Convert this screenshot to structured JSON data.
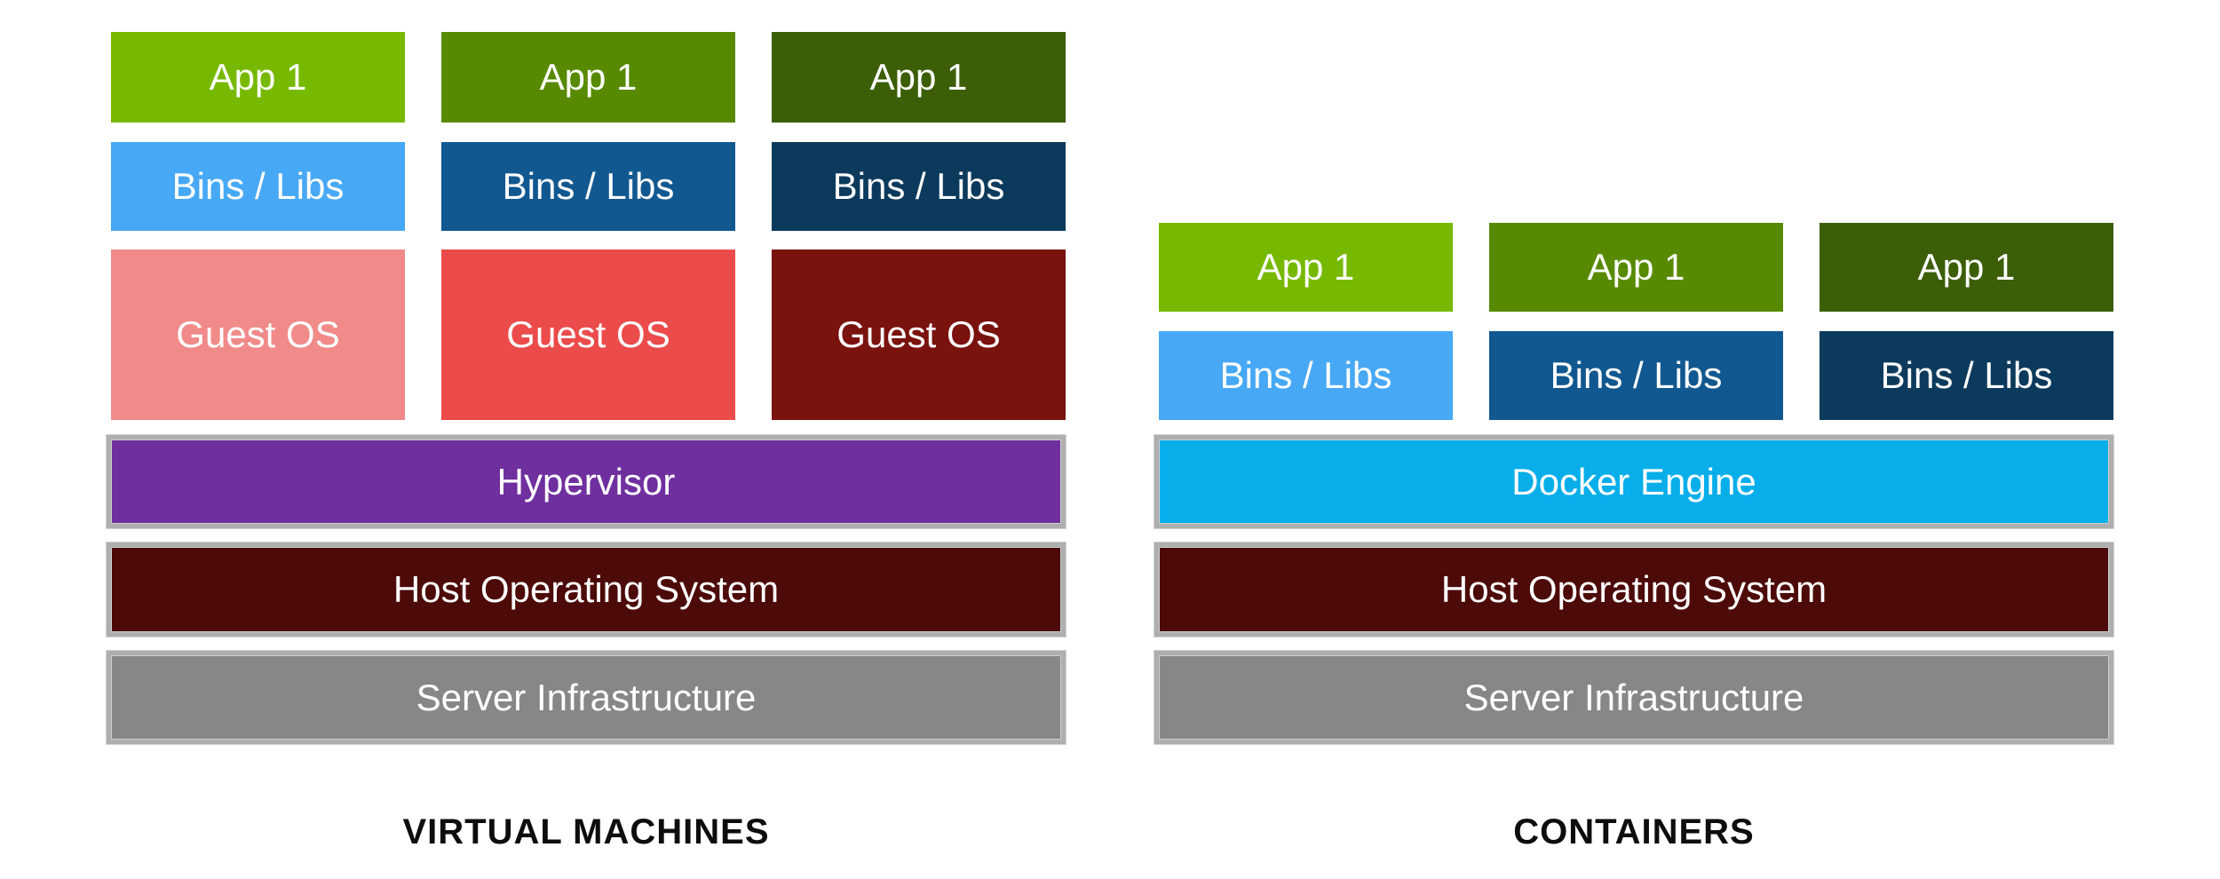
{
  "title": "Virtual Machines vs Containers architecture diagram",
  "colors": {
    "canvas_background": "#ffffff",
    "bar_border_silver": "#aeaeae",
    "box_text": "#ffffff",
    "caption_text": "#0d0d0d"
  },
  "vm": {
    "caption": "VIRTUAL MACHINES",
    "columns": [
      {
        "app": {
          "label": "App 1",
          "color": "#77b900"
        },
        "bins": {
          "label": "Bins / Libs",
          "color": "#47a8f5"
        },
        "guest": {
          "label": "Guest OS",
          "color": "#f08b8a"
        }
      },
      {
        "app": {
          "label": "App 1",
          "color": "#578a00"
        },
        "bins": {
          "label": "Bins / Libs",
          "color": "#115890"
        },
        "guest": {
          "label": "Guest OS",
          "color": "#eb4b4a"
        }
      },
      {
        "app": {
          "label": "App 1",
          "color": "#3b5e06"
        },
        "bins": {
          "label": "Bins / Libs",
          "color": "#0c3a5c"
        },
        "guest": {
          "label": "Guest OS",
          "color": "#7a120e"
        }
      }
    ],
    "layers": [
      {
        "label": "Hypervisor",
        "color": "#6f2f9f"
      },
      {
        "label": "Host Operating System",
        "color": "#4c0a08"
      },
      {
        "label": "Server Infrastructure",
        "color": "#878787"
      }
    ]
  },
  "containers": {
    "caption": "CONTAINERS",
    "columns": [
      {
        "app": {
          "label": "App 1",
          "color": "#77b900"
        },
        "bins": {
          "label": "Bins / Libs",
          "color": "#47a8f5"
        }
      },
      {
        "app": {
          "label": "App 1",
          "color": "#578a00"
        },
        "bins": {
          "label": "Bins / Libs",
          "color": "#115890"
        }
      },
      {
        "app": {
          "label": "App 1",
          "color": "#3b5e06"
        },
        "bins": {
          "label": "Bins / Libs",
          "color": "#0c3a5c"
        }
      }
    ],
    "layers": [
      {
        "label": "Docker Engine",
        "color": "#07aeea"
      },
      {
        "label": "Host Operating System",
        "color": "#4c0a08"
      },
      {
        "label": "Server Infrastructure",
        "color": "#878787"
      }
    ]
  }
}
